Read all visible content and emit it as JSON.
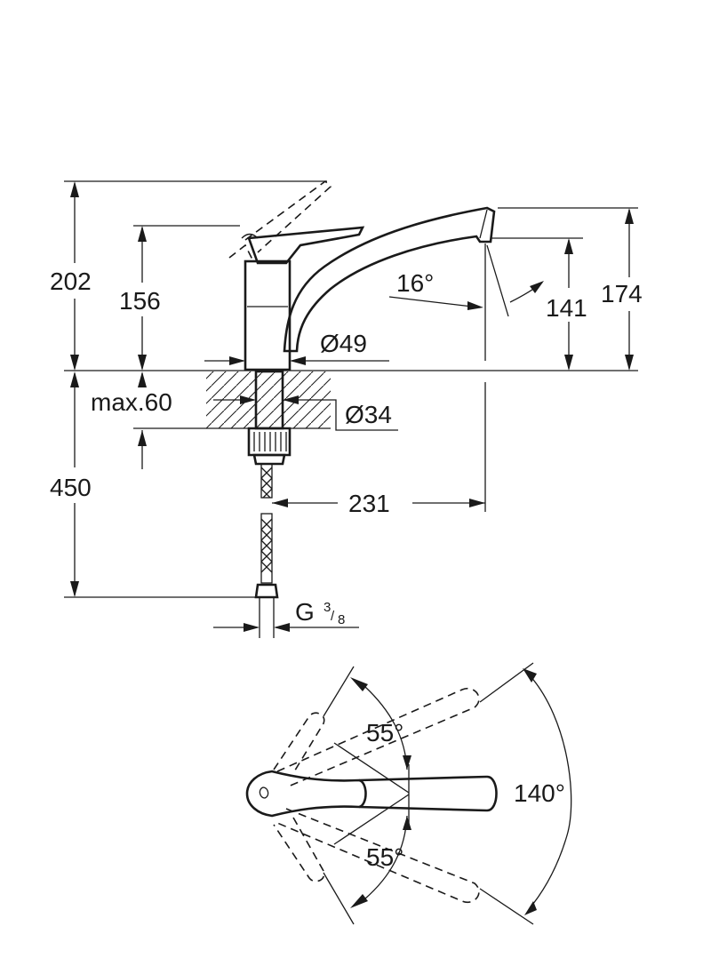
{
  "dimensions": {
    "total_height": "202",
    "lever_height": "156",
    "spout_height": "174",
    "outlet_height": "141",
    "spout_angle": "16°",
    "base_diameter": "Ø49",
    "shank_diameter": "Ø34",
    "max_deck_thickness": "max.60",
    "hose_length": "450",
    "spout_reach": "231",
    "connection_prefix": "G",
    "connection_num": "3",
    "connection_den": "8",
    "lever_angle_upper": "55°",
    "lever_angle_lower": "55°",
    "swivel_angle": "140°"
  },
  "colors": {
    "line": "#1a1a1a",
    "background": "#ffffff"
  }
}
